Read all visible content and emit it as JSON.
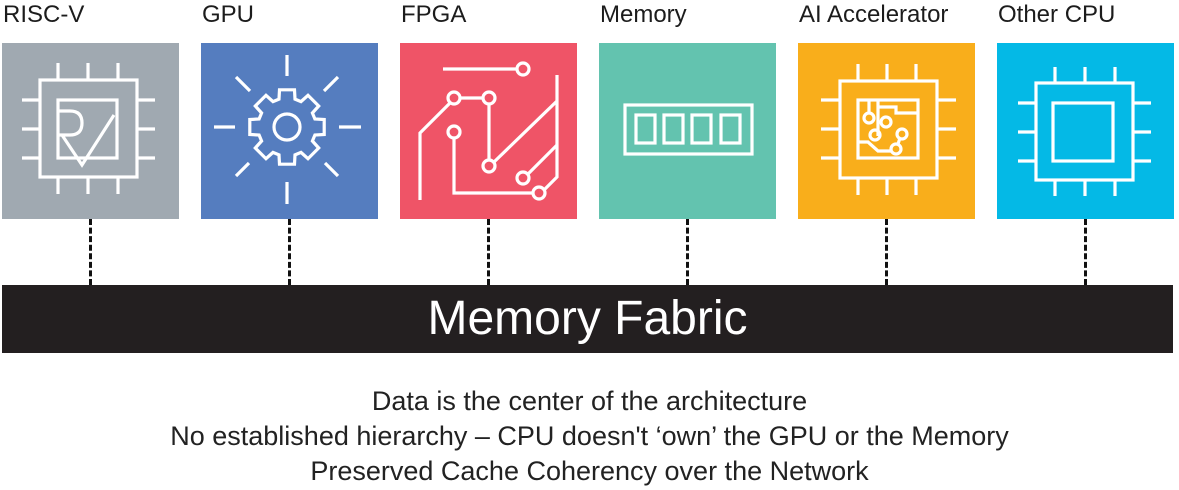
{
  "tiles": [
    {
      "label": "RISC-V",
      "color": "#a0a9b1",
      "icon": "risc-v-chip-icon"
    },
    {
      "label": "GPU",
      "color": "#557dbf",
      "icon": "gear-icon"
    },
    {
      "label": "FPGA",
      "color": "#ef5467",
      "icon": "circuit-icon"
    },
    {
      "label": "Memory",
      "color": "#63c3af",
      "icon": "memory-module-icon"
    },
    {
      "label": "AI Accelerator",
      "color": "#f9ae1b",
      "icon": "ai-chip-icon"
    },
    {
      "label": "Other CPU",
      "color": "#04b9e6",
      "icon": "cpu-chip-icon"
    }
  ],
  "fabric": {
    "label": "Memory Fabric",
    "color": "#231f20"
  },
  "notes": [
    "Data is the center of the architecture",
    "No established hierarchy – CPU doesn't ‘own’ the GPU or the Memory",
    "Preserved Cache Coherency over the Network"
  ]
}
